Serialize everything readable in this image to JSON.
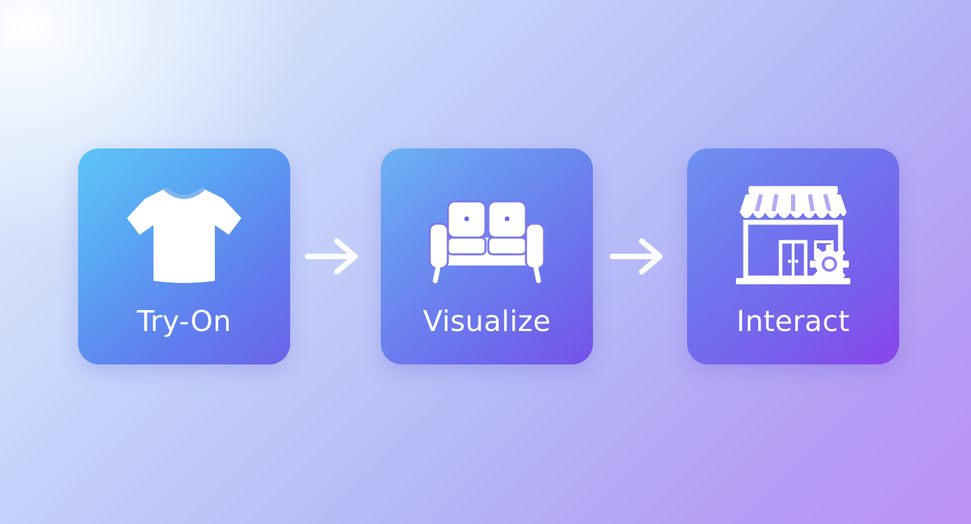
{
  "flow": {
    "steps": [
      {
        "label": "Try-On",
        "icon": "tshirt-icon"
      },
      {
        "label": "Visualize",
        "icon": "sofa-icon"
      },
      {
        "label": "Interact",
        "icon": "storefront-gear-icon"
      }
    ],
    "connector_icon": "arrow-right-icon"
  },
  "colors": {
    "card_1_gradient": [
      "#5dc6f6",
      "#6a63e9"
    ],
    "card_2_gradient": [
      "#6cb2f4",
      "#7652e8"
    ],
    "card_3_gradient": [
      "#6e91f1",
      "#8a44ea"
    ],
    "icon_fill": "#ffffff",
    "label_color": "#ffffff"
  }
}
